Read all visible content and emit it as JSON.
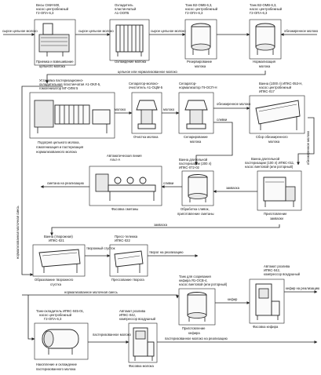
{
  "nodes": {
    "n1": {
      "top": [
        "Весы СМИ-500,",
        "насос центробежный",
        "Г2-ОПА-6,3"
      ],
      "bottom": [
        "Приемка и взвешивание",
        "цельного молока"
      ]
    },
    "n2": {
      "top": [
        "Охладитель",
        "пластинчатый",
        "А1-ООП5"
      ],
      "bottom": [
        "Охлаждение молока"
      ]
    },
    "n3": {
      "top": [
        "Танк В2-ОМВ-6,3,",
        "насос центробежный",
        "Г2-ОПА-6,3"
      ],
      "bottom": [
        "Резервирование",
        "молока"
      ]
    },
    "n4": {
      "top": [
        "Танк В2-ОМВ-6,3,",
        "насос центробежный",
        "Г2-ОПА-6,3"
      ],
      "bottom": [
        "Нормализация",
        "молока"
      ]
    },
    "n5": {
      "top": [
        "Установка пастеризационно-",
        "охладительная пластинчатая А1-ОКЛ-5,",
        "гомогенизатор МГ-ОЛМ 5"
      ],
      "bottom": [
        "Подогрев цельного молока,",
        "гомогенизация и пастеризация",
        "нормализованного молока"
      ]
    },
    "n6": {
      "top": [
        "Сепаратор-молоко-",
        "очиститель А1-ОЦМ-5"
      ],
      "bottom": [
        "Очистка молока"
      ]
    },
    "n7": {
      "top": [
        "Сепаратор-",
        "нормализатор Г9-ОСП-Н"
      ],
      "bottom": [
        "Сепарирование",
        "молока"
      ]
    },
    "n8": {
      "top": [
        "Ванна (1000 л) ИПКС-053-Н,",
        "насос центробежный",
        "ИПКС-017"
      ],
      "bottom": [
        "Сбор обезжиренного",
        "молока"
      ]
    },
    "n9": {
      "top": [
        "Автоматическая линия",
        "Альт-А"
      ],
      "bottom": [
        "Фасовка сметаны"
      ]
    },
    "n10": {
      "top": [
        "Ванна длительной",
        "пастеризации (200 л)",
        "ИПКС-072-02"
      ],
      "bottom": [
        "Обработка сливок,",
        "приготовление сметаны"
      ]
    },
    "n11": {
      "top": [
        "Ванна длительной",
        "пастеризации (100 л) ИПКС-011,",
        "насос винтовой (или роторный)"
      ],
      "bottom": [
        "Приготовление",
        "закваски"
      ]
    },
    "n12": {
      "top": [
        "Ванна (творожная)",
        "ИПКС-021"
      ],
      "bottom": [
        "Образование творожного",
        "сгустка"
      ]
    },
    "n13": {
      "top": [
        "Пресс-тележка",
        "ИПКС-022"
      ],
      "bottom": [
        "Прессование творога"
      ]
    },
    "n14": {
      "top": [
        "Танк для созревания",
        "кефира Я1-ОСВ-4,",
        "насос винтовой (или роторный)"
      ],
      "bottom": [
        "Приготовление",
        "кефира"
      ]
    },
    "n15": {
      "top": [
        "Автомат розлива",
        "ИПКС-042,",
        "компрессор воздушный"
      ],
      "bottom": [
        "Фасовка кефира"
      ]
    },
    "n16": {
      "top": [
        "Танк-охладитель ИПКС-045-01,",
        "насос центробежный",
        "Г2-ОПА-6,3"
      ],
      "bottom": [
        "Накопление и охлаждение",
        "пастеризованного молока"
      ]
    },
    "n17": {
      "top": [
        "Автомат розлива",
        "ИПКС-042,",
        "компрессор воздушный"
      ],
      "bottom": [
        "Фасовка молока"
      ]
    }
  },
  "flows": {
    "f1": "сырое цельное молоко",
    "f2": "сырое цельное молоко",
    "f3": "сырое цельное молоко",
    "f4": "обезжиренное молоко",
    "f5": "цельное или нормализованное молоко",
    "f6": "молоко",
    "f7": "молоко",
    "f8": "обезжиренное молоко",
    "f9": "сливки",
    "f10": "обезжиренное молоко",
    "f11": "сметана на реализацию",
    "f12": "сливки",
    "f13": "закваска",
    "f14": "закваска",
    "f15": "творожный сгусток",
    "f16": "творог на реализацию",
    "f17": "нормализованное молочная смесь",
    "f18": "кефир",
    "f19": "кефир на реализацию",
    "f20": "пастеризованное молоко",
    "f21": "пастеризованное молоко на реализацию",
    "f22": "нормализованная молочная смесь"
  }
}
